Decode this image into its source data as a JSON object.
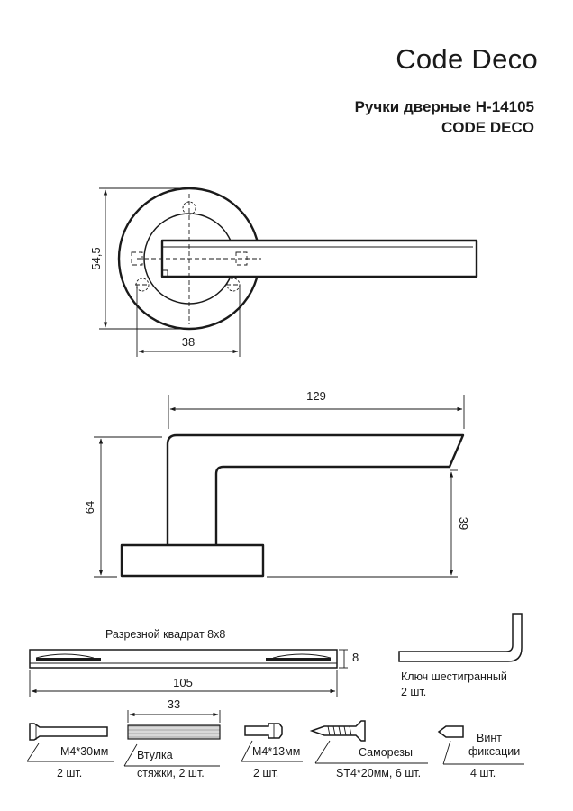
{
  "brand": "Code Deco",
  "title": {
    "line1": "Ручки дверные H-14105",
    "line2": "CODE DECO"
  },
  "top_view": {
    "height_dim": "54,5",
    "hole_spacing_dim": "38"
  },
  "side_view": {
    "length_dim": "129",
    "height_dim": "64",
    "lever_height_dim": "39"
  },
  "spindle": {
    "label": "Разрезной квадрат 8х8",
    "length_dim": "105",
    "width_dim": "8"
  },
  "hex_key": {
    "label_line1": "Ключ шестигранный",
    "label_line2": "2 шт."
  },
  "parts": [
    {
      "line1": "М4*30мм",
      "line2": "2 шт."
    },
    {
      "dim": "33",
      "line1": "Втулка",
      "line2": "стяжки, 2 шт."
    },
    {
      "line1": "М4*13мм",
      "line2": "2 шт."
    },
    {
      "line1": "Саморезы",
      "line2": "ST4*20мм, 6 шт."
    },
    {
      "line1": "Винт",
      "line1b": "фиксации",
      "line2": "4 шт."
    }
  ]
}
